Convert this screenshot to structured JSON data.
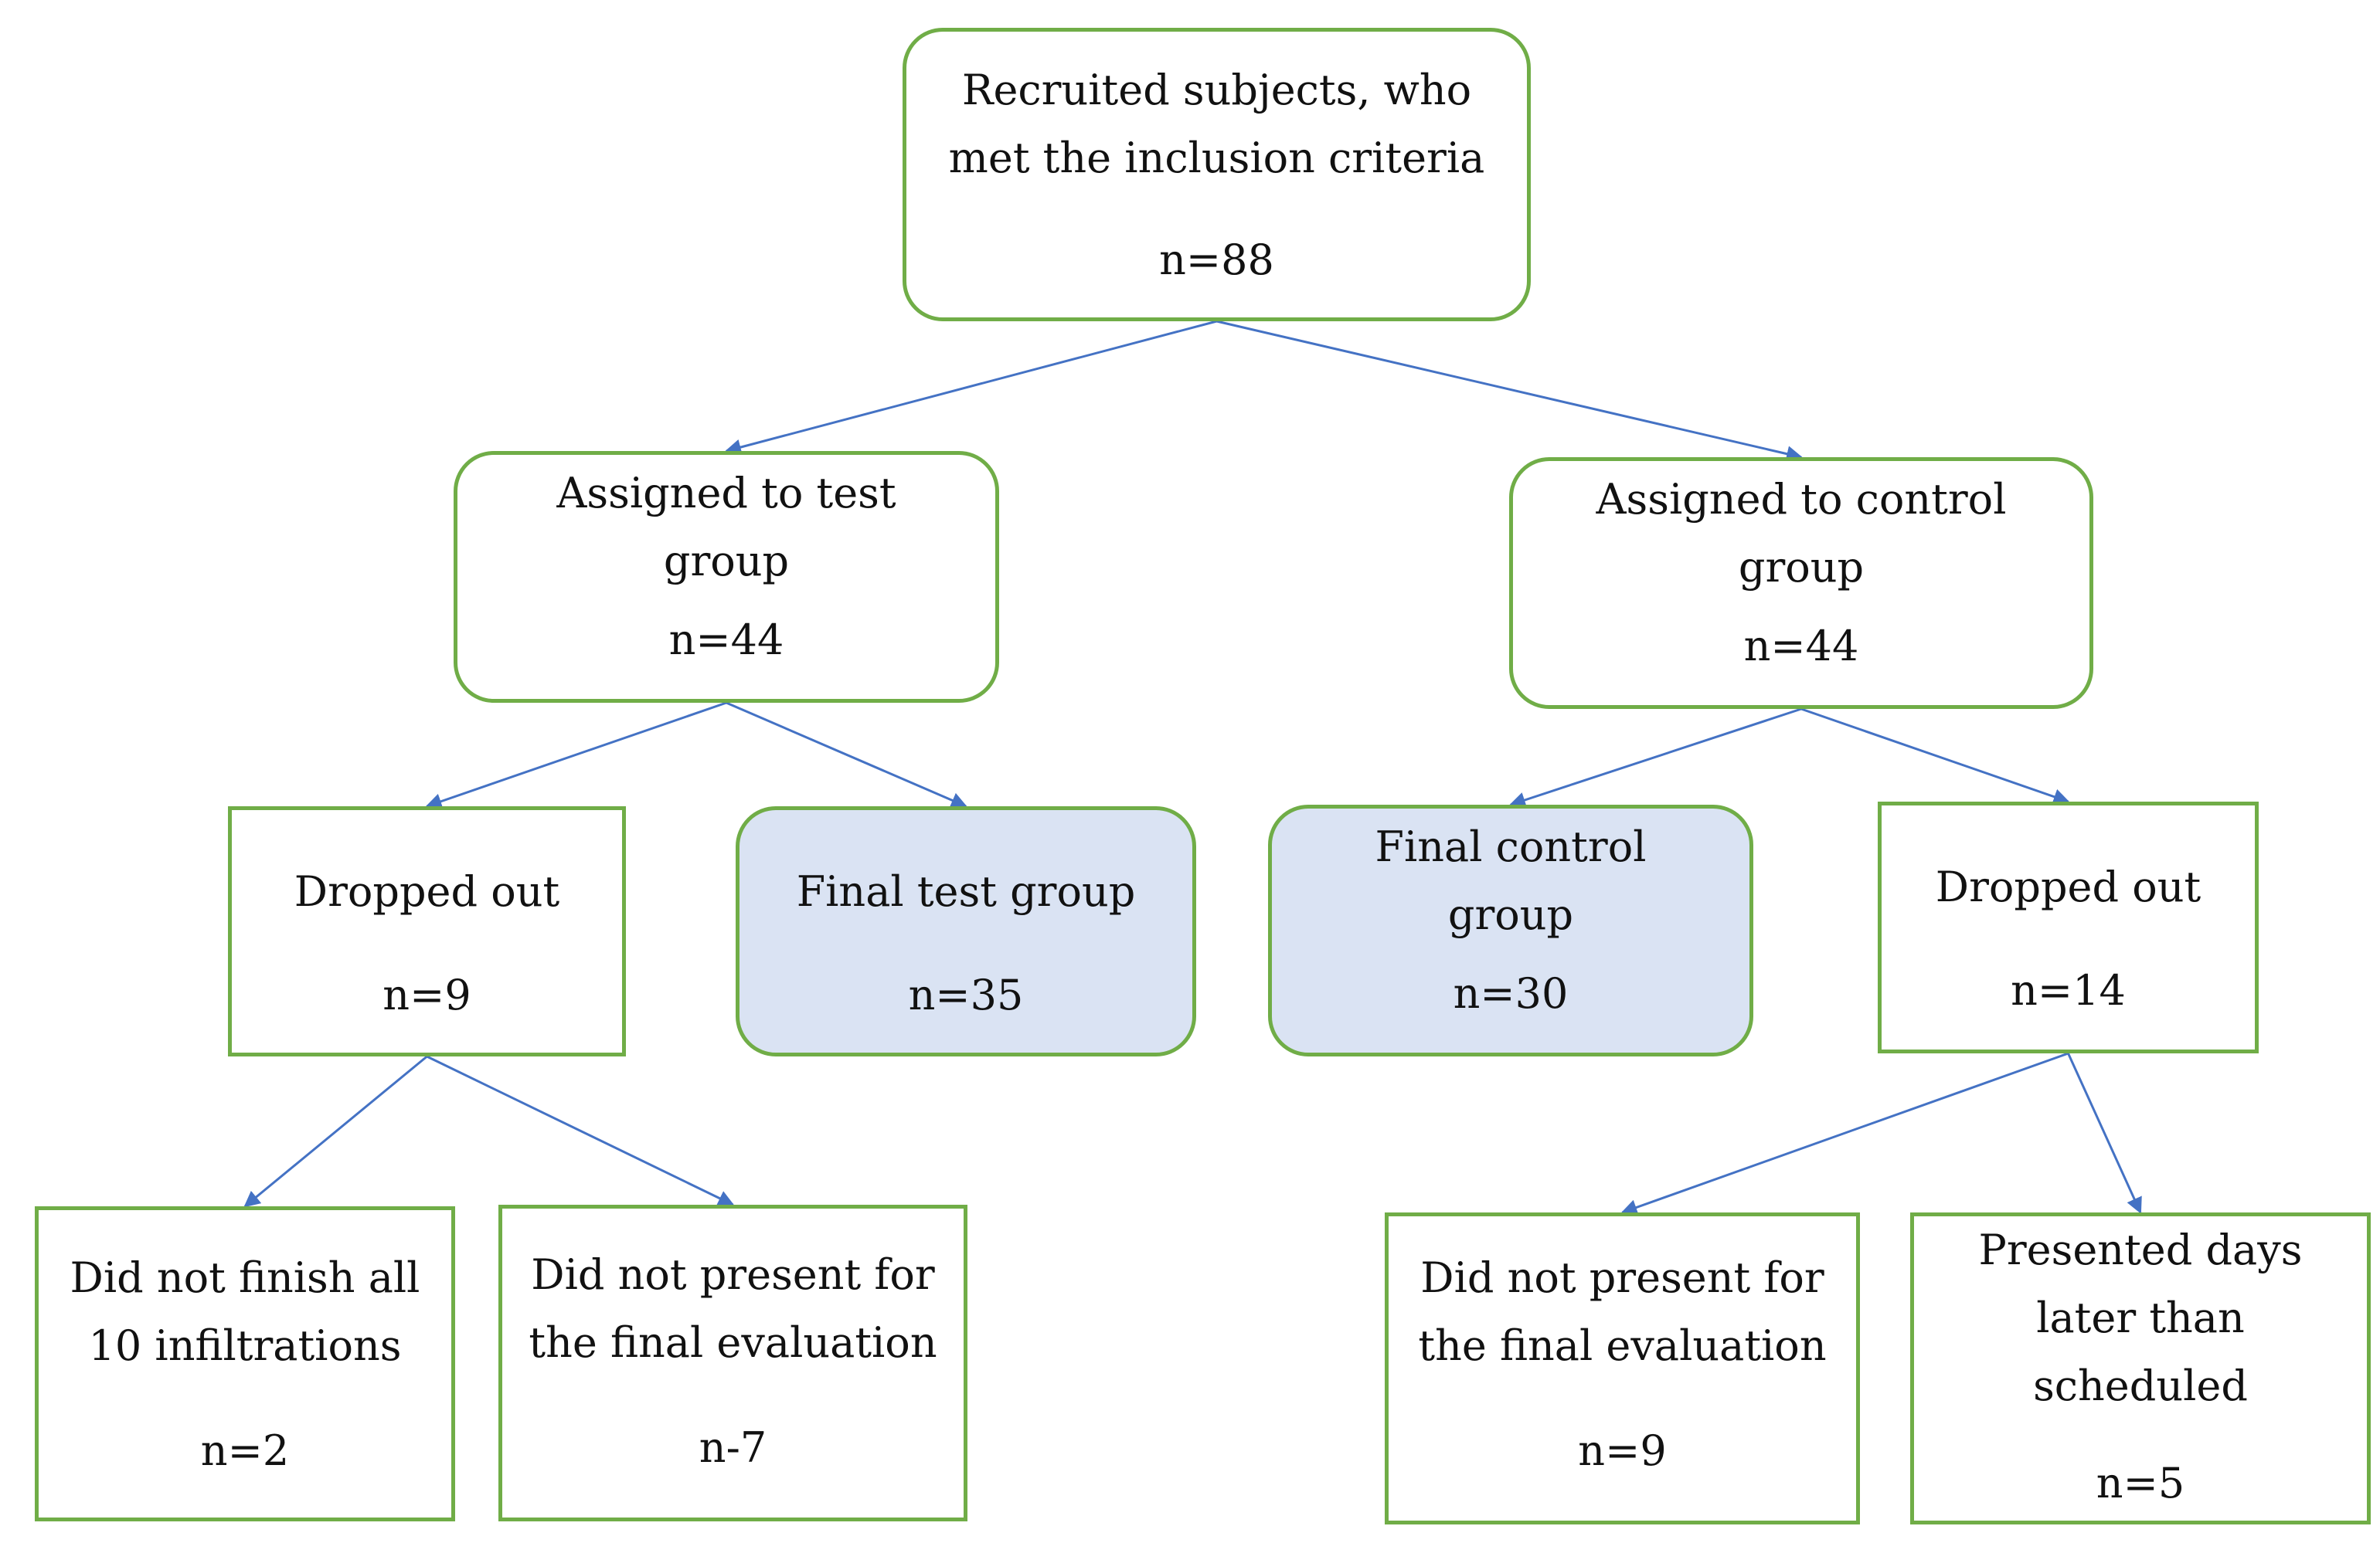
{
  "nodes": {
    "recruited": {
      "label": "Recruited subjects, who\nmet the inclusion criteria",
      "count": "n=88"
    },
    "test_assigned": {
      "label": "Assigned to test\ngroup",
      "count": "n=44"
    },
    "control_assigned": {
      "label": "Assigned to control\ngroup",
      "count": "n=44"
    },
    "test_dropped": {
      "label": "Dropped out",
      "count": "n=9"
    },
    "test_final": {
      "label": "Final test group",
      "count": "n=35"
    },
    "control_final": {
      "label": "Final control\ngroup",
      "count": "n=30"
    },
    "control_dropped": {
      "label": "Dropped out",
      "count": "n=14"
    },
    "test_not_finish": {
      "label": "Did not finish all\n10 infiltrations",
      "count": "n=2"
    },
    "test_not_present": {
      "label": "Did not present for\nthe final evaluation",
      "count": "n-7"
    },
    "control_not_present": {
      "label": "Did not present for\nthe final evaluation",
      "count": "n=9"
    },
    "control_late": {
      "label": "Presented days\nlater than\nscheduled",
      "count": "n=5"
    }
  },
  "edges": [
    [
      "recruited",
      "test_assigned"
    ],
    [
      "recruited",
      "control_assigned"
    ],
    [
      "test_assigned",
      "test_dropped"
    ],
    [
      "test_assigned",
      "test_final"
    ],
    [
      "control_assigned",
      "control_final"
    ],
    [
      "control_assigned",
      "control_dropped"
    ],
    [
      "test_dropped",
      "test_not_finish"
    ],
    [
      "test_dropped",
      "test_not_present"
    ],
    [
      "control_dropped",
      "control_not_present"
    ],
    [
      "control_dropped",
      "control_late"
    ]
  ],
  "colors": {
    "border": "#70ad47",
    "arrow": "#4472c4",
    "shaded_fill": "#dae3f3"
  }
}
